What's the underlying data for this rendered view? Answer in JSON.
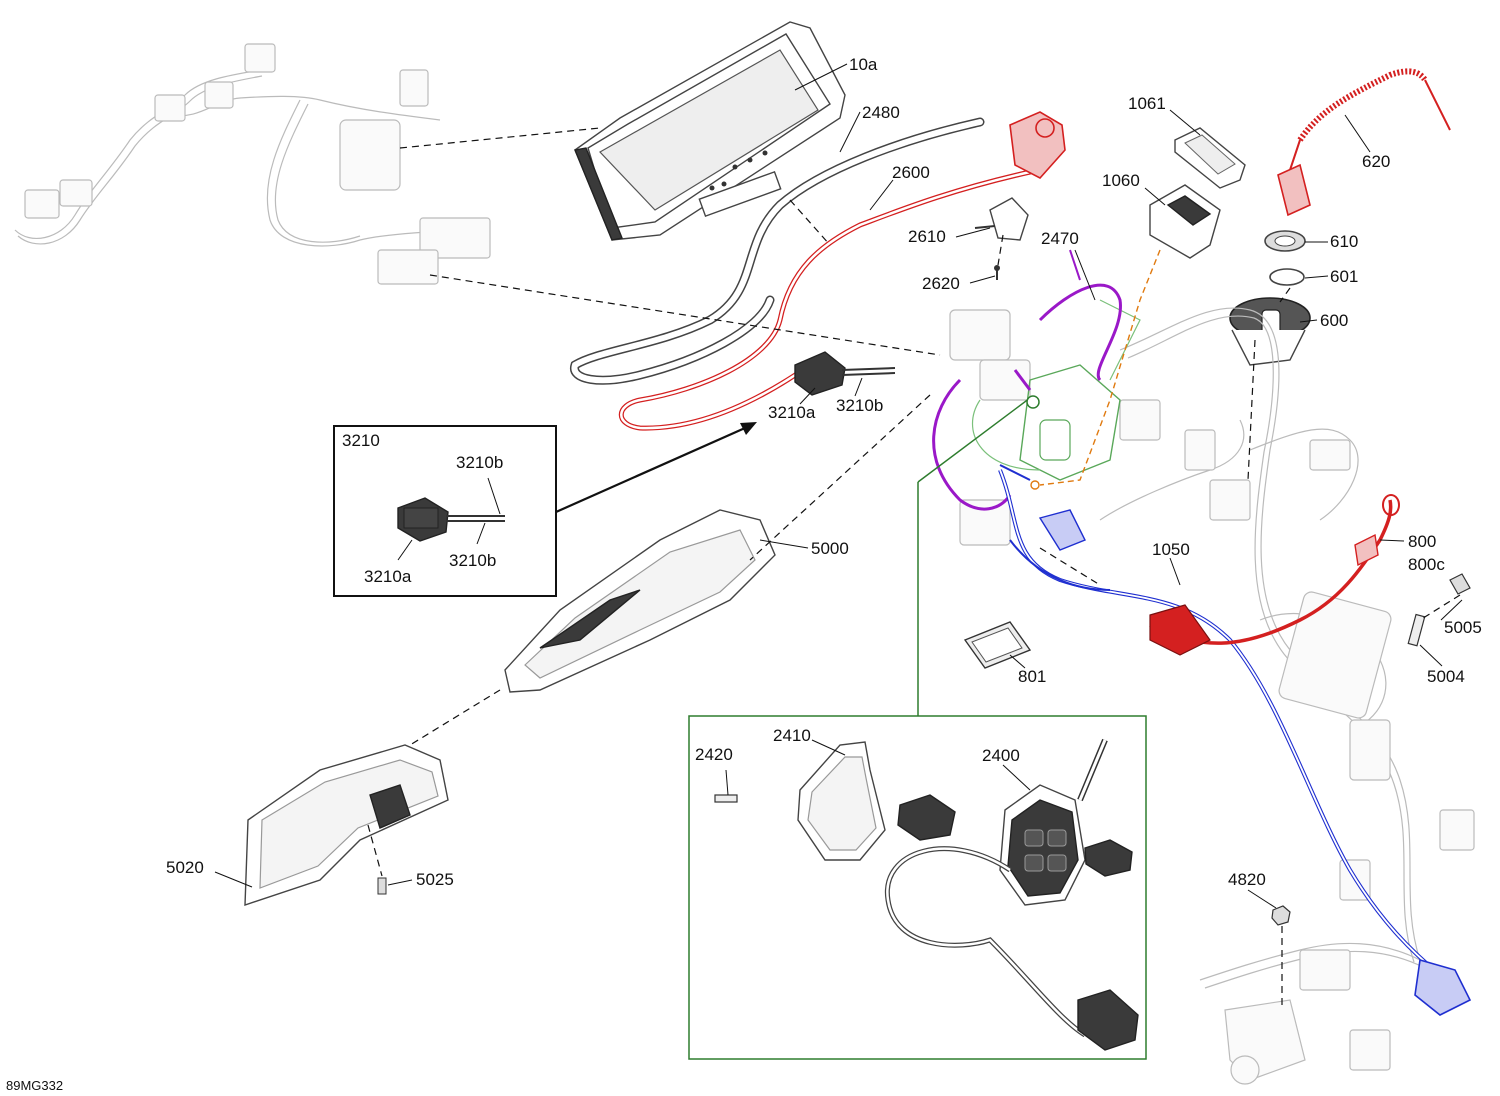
{
  "diagram": {
    "reference_code": "89MG332",
    "colors": {
      "red": "#d42020",
      "blue": "#1f2fd0",
      "purple": "#9a18c8",
      "green": "#2e7d2e",
      "orange": "#e07a10",
      "ghost": "#bbbbbb",
      "ink": "#111111"
    },
    "callouts": {
      "c10a": "10a",
      "c2480": "2480",
      "c2600": "2600",
      "c1061": "1061",
      "c620": "620",
      "c1060": "1060",
      "c2610": "2610",
      "c2470": "2470",
      "c610": "610",
      "c601": "601",
      "c2620": "2620",
      "c600": "600",
      "c3210a": "3210a",
      "c3210b": "3210b",
      "c5000": "5000",
      "c1050": "1050",
      "c800": "800",
      "c800c": "800c",
      "c5005": "5005",
      "c801": "801",
      "c5004": "5004",
      "c5020": "5020",
      "c5025": "5025",
      "c4820": "4820"
    },
    "inset_3210": {
      "title": "3210",
      "c3210b_top": "3210b",
      "c3210b_bottom": "3210b",
      "c3210a": "3210a"
    },
    "inset_2400": {
      "c2410": "2410",
      "c2420": "2420",
      "c2400": "2400"
    }
  }
}
